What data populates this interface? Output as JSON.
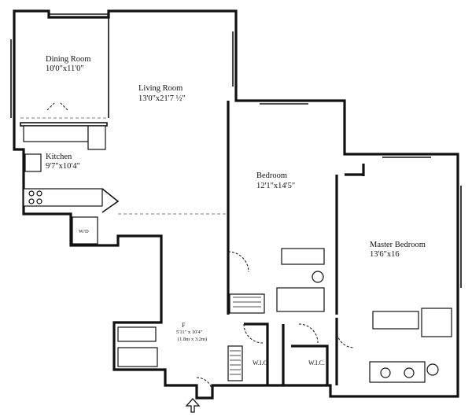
{
  "rooms": {
    "dining": {
      "name": "Dining Room",
      "size": "10'0\"x11'0\""
    },
    "living": {
      "name": "Living Room",
      "size": "13'0\"x21'7 ½\""
    },
    "kitchen": {
      "name": "Kitchen",
      "size": "9'7\"x10'4\""
    },
    "bedroom": {
      "name": "Bedroom",
      "size": "12'1\"x14'5\""
    },
    "master": {
      "name": "Master Bedroom",
      "size": "13'6\"x16"
    },
    "foyer": {
      "name": "F",
      "size": "5'11\" x 10'4\"",
      "metric": "(1.8m x 3.2m)"
    },
    "wic1": {
      "name": "W.I.C."
    },
    "wic2": {
      "name": "W.I.C."
    }
  },
  "fixtures": {
    "wd": "W/D"
  },
  "icons": {
    "entry": "entry-arrow-icon"
  }
}
